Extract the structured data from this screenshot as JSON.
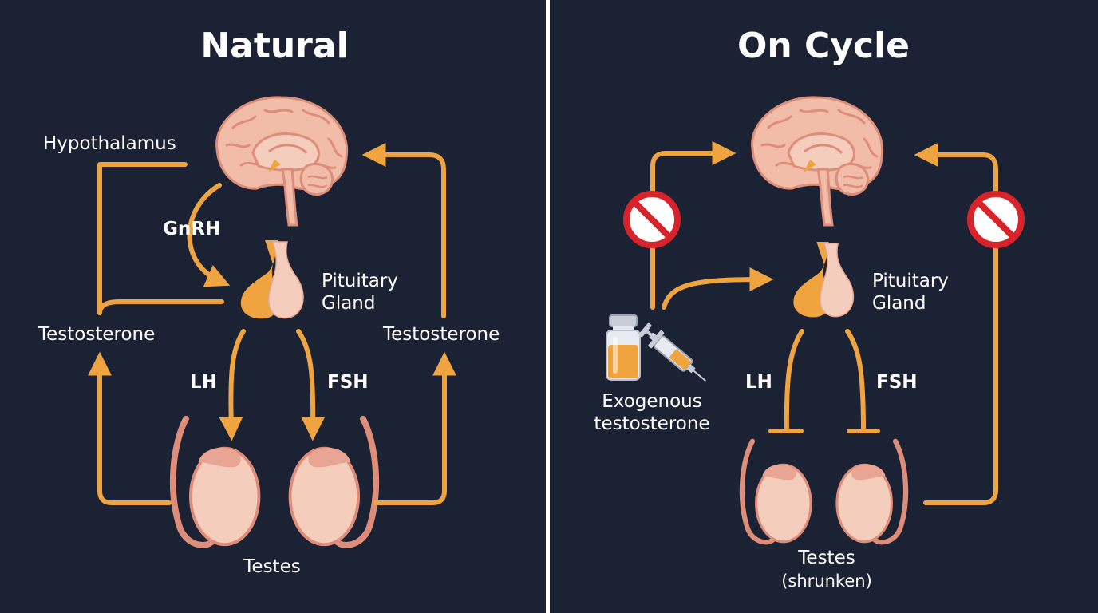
{
  "colors": {
    "background": "#1b2233",
    "divider": "#ffffff",
    "arrow": "#f0a440",
    "organ": "#f1bca8",
    "organ_shade": "#de8d7a",
    "gland_dark": "#f0a440",
    "block": "#d9232b",
    "text": "#ffffff"
  },
  "natural": {
    "title": "Natural",
    "hypothalamus_label": "Hypothalamus",
    "gnrh_label": "GnRH",
    "pituitary_label_line1": "Pituitary",
    "pituitary_label_line2": "Gland",
    "testosterone_left": "Testosterone",
    "testosterone_right": "Testosterone",
    "lh_label": "LH",
    "fsh_label": "FSH",
    "testes_label": "Testes"
  },
  "on_cycle": {
    "title": "On Cycle",
    "pituitary_label_line1": "Pituitary",
    "pituitary_label_line2": "Gland",
    "lh_label": "LH",
    "fsh_label": "FSH",
    "exogenous_line1": "Exogenous",
    "exogenous_line2": "testosterone",
    "testes_label": "Testes",
    "testes_sub": "(shrunken)",
    "block_icon_left": "prohibition-icon",
    "block_icon_right": "prohibition-icon",
    "vial_icon": "vial-icon",
    "syringe_icon": "syringe-icon"
  }
}
